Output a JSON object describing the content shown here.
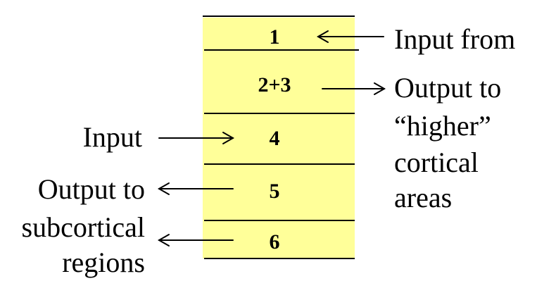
{
  "layers": [
    {
      "id": "1",
      "label": "1"
    },
    {
      "id": "2+3",
      "label": "2+3"
    },
    {
      "id": "4",
      "label": "4"
    },
    {
      "id": "5",
      "label": "5"
    },
    {
      "id": "6",
      "label": "6"
    }
  ],
  "annotations": {
    "input_from": "Input from",
    "output_higher": [
      "Output to",
      "“higher”",
      "cortical",
      "areas"
    ],
    "input": "Input",
    "output_subcortical": [
      "Output to",
      "subcortical",
      "regions"
    ]
  },
  "colors": {
    "column_fill": "#ffff99",
    "line": "#000000",
    "text": "#000000"
  }
}
